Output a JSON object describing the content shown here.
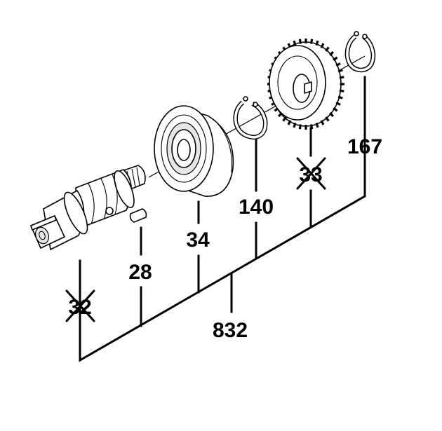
{
  "assembly": {
    "label": "832"
  },
  "parts": [
    {
      "id": "shaft",
      "label": "32",
      "crossed_out": true
    },
    {
      "id": "key",
      "label": "28",
      "crossed_out": false
    },
    {
      "id": "ball-bearing",
      "label": "34",
      "crossed_out": false
    },
    {
      "id": "retaining-ring-small",
      "label": "140",
      "crossed_out": false
    },
    {
      "id": "gear",
      "label": "33",
      "crossed_out": true
    },
    {
      "id": "retaining-ring-large",
      "label": "167",
      "crossed_out": false
    }
  ],
  "colors": {
    "line": "#000000",
    "background": "#ffffff"
  }
}
